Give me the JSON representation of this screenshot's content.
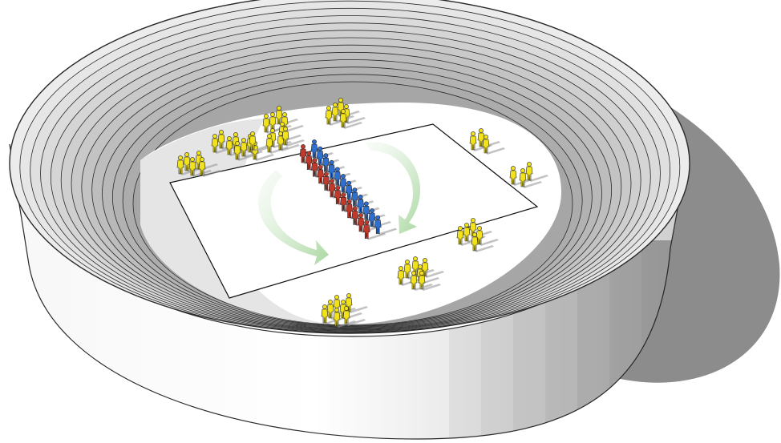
{
  "scene": {
    "background": "#ffffff",
    "colors": {
      "ground_shadow": "#8c8c8c",
      "bowl_outer_wall": "#f4f4f4",
      "bowl_outline": "#2a2a2a",
      "tier_fill_light": "#e8e8e8",
      "tier_fill_dark": "#a9a9a9",
      "floor": "#ffffff",
      "field_outline": "#111111",
      "team_red": "#c0392b",
      "team_blue": "#2f6fd0",
      "spectator_yellow": "#f2e21c",
      "spectator_dark": "#3a3a1a",
      "rotation_arrow": "#a9d7a0"
    },
    "elements": {
      "arena": "arena-bowl",
      "field": "field",
      "arrows": [
        "rotation-arrow",
        "rotation-arrow"
      ],
      "teams": [
        "team-red-line",
        "team-blue-line"
      ],
      "spectator_groups": 14
    },
    "icons": [
      "curved-arrow-icon",
      "person-icon"
    ]
  }
}
